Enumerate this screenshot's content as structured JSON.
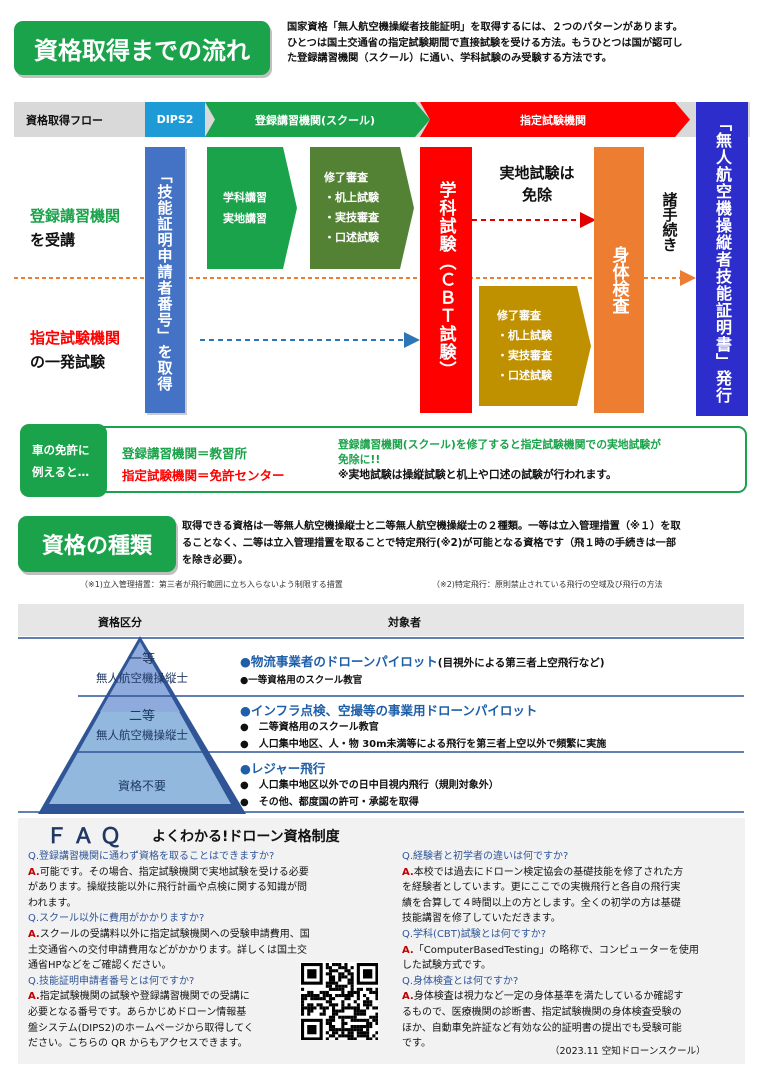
{
  "section1": {
    "title": "資格取得までの流れ",
    "intro": [
      "国家資格「無人航空機操縦者技能証明」を取得するには、２つのパターンがあります。",
      "ひとつは国土交通省の指定試験期間で直接試験を受ける方法。もうひとつは国が認可し",
      "た登録講習機関（スクール）に通い、学科試験のみ受験する方法です。"
    ]
  },
  "flow": {
    "header": {
      "label": "資格取得フロー",
      "dips": "DIPS2",
      "school": "登録講習機関(スクール)",
      "exam": "指定試験機関"
    },
    "route1": {
      "line1": "登録講習機関",
      "line2": "を受講"
    },
    "route2": {
      "line1": "指定試験機関",
      "line2": "の一発試験"
    },
    "step_id": "「技能証明申請者番号」を取得",
    "school_box": [
      "学科講習",
      "実地講習"
    ],
    "check_box": [
      "修了審査",
      "・机上試験",
      "・実技審査",
      "・口述試験"
    ],
    "written": "学科試験（ＣＢＴ試験）",
    "exempt": [
      "実地試験は",
      "免除"
    ],
    "check_box2": [
      "修了審査",
      "・机上試験",
      "・実技審査",
      "・口述試験"
    ],
    "physical": "身体検査",
    "procedures": "諸手続き",
    "issue": "「無人航空機操縦者技能証明書」発行"
  },
  "car": {
    "label": [
      "車の免許に",
      "例えると…"
    ],
    "l1": "登録講習機関＝教習所",
    "l2": "指定試験機関＝免許センター",
    "r1": "登録講習機関(スクール)を修了すると指定試験機関での実地試験が",
    "r2": "免除に!!",
    "r3": "※実地試験は操縦試験と机上や口述の試験が行われます。"
  },
  "section2": {
    "title": "資格の種類",
    "intro": [
      "取得できる資格は一等無人航空機操縦士と二等無人航空機操縦士の２種類。一等は立入管理措置（※１）を取",
      "ることなく、二等は立入管理措置を取ることで特定飛行(※2)が可能となる資格です（飛１時の手続きは一部",
      "を除き必要）。"
    ],
    "note1": "（※1)立入管理措置：第三者が飛行範囲に立ち入らないよう制限する措置",
    "note2": "（※2)特定飛行：原則禁止されている飛行の空域及び飛行の方法"
  },
  "table": {
    "h1": "資格区分",
    "h2": "対象者",
    "tiers": [
      {
        "label1": "一等",
        "label2": "無人航空機操縦士",
        "title": "●物流事業者のドローンパイロット",
        "title_suffix": "(目視外による第三者上空飛行など)",
        "items": [
          "●一等資格用のスクール教官"
        ]
      },
      {
        "label1": "二等",
        "label2": "無人航空機操縦士",
        "title": "●インフラ点検、空撮等の事業用ドローンパイロット",
        "title_suffix": "",
        "items": [
          "●　二等資格用のスクール教官",
          "●　人口集中地区、人・物 30m未満等による飛行を第三者上空以外で頻繁に実施"
        ]
      },
      {
        "label1": "資格不要",
        "label2": "",
        "title": "●レジャー飛行",
        "title_suffix": "",
        "items": [
          "●　人口集中地区以外での日中目視内飛行（規則対象外）",
          "●　その他、都度国の許可・承認を取得"
        ]
      }
    ]
  },
  "faq": {
    "title": "ＦＡＱ",
    "subtitle": "よくわかる!ドローン資格制度",
    "left": [
      {
        "t": "q",
        "s": "Q.登録講習機関に通わず資格を取ることはできますか?"
      },
      {
        "t": "a",
        "s": "可能です。その場合、指定試験機関で実地試験を受ける必要"
      },
      {
        "t": "p",
        "s": "があります。操縦技能以外に飛行計画や点検に関する知識が問"
      },
      {
        "t": "p",
        "s": "われます。"
      },
      {
        "t": "q",
        "s": "Q.スクール以外に費用がかかりますか?"
      },
      {
        "t": "a",
        "s": "スクールの受講料以外に指定試験機関への受験申請費用、国"
      },
      {
        "t": "p",
        "s": "土交通省への交付申請費用などがかかります。詳しくは国土交"
      },
      {
        "t": "p",
        "s": "通省HPなどをご確認ください。"
      },
      {
        "t": "q",
        "s": "Q.技能証明申請者番号とは何ですか?"
      },
      {
        "t": "a",
        "s": "指定試験機関の試験や登録講習機関での受講に"
      },
      {
        "t": "p",
        "s": "必要となる番号です。あらかじめドローン情報基"
      },
      {
        "t": "p",
        "s": "盤システム(DIPS2)のホームページから取得してく"
      },
      {
        "t": "p",
        "s": "ださい。こちらの QR からもアクセスできます。"
      }
    ],
    "right": [
      {
        "t": "q",
        "s": "Q.経験者と初学者の違いは何ですか?"
      },
      {
        "t": "a",
        "s": "本校では過去にドローン検定協会の基礎技能を修了された方"
      },
      {
        "t": "p",
        "s": "を経験者としています。更にここでの実機飛行と各自の飛行実"
      },
      {
        "t": "p",
        "s": "績を合算して４時間以上の方とします。全くの初学の方は基礎"
      },
      {
        "t": "p",
        "s": "技能講習を修了していただきます。"
      },
      {
        "t": "q",
        "s": "Q.学科(CBT)試験とは何ですか?"
      },
      {
        "t": "a",
        "s": "「ComputerBasedTesting」の略称で、コンピューターを使用"
      },
      {
        "t": "p",
        "s": "した試験方式です。"
      },
      {
        "t": "q",
        "s": "Q.身体検査とは何ですか?"
      },
      {
        "t": "a",
        "s": "身体検査は視力など一定の身体基準を満たしているか確認す"
      },
      {
        "t": "p",
        "s": "るもので、医療機関の診断書、指定試験機関の身体検査受験の"
      },
      {
        "t": "p",
        "s": "ほか、自動車免許証など有効な公的証明書の提出でも受験可能"
      },
      {
        "t": "p",
        "s": "です。"
      }
    ],
    "answer_prefix": "A.",
    "footer": "（2023.11 空知ドローンスクール）"
  },
  "colors": {
    "green": "#1aa34a",
    "blue": "#4472c4",
    "red": "#ff0000",
    "orange": "#ed7d31",
    "navy": "#2d2dcc",
    "olive": "#548235",
    "gold": "#bf9000"
  }
}
